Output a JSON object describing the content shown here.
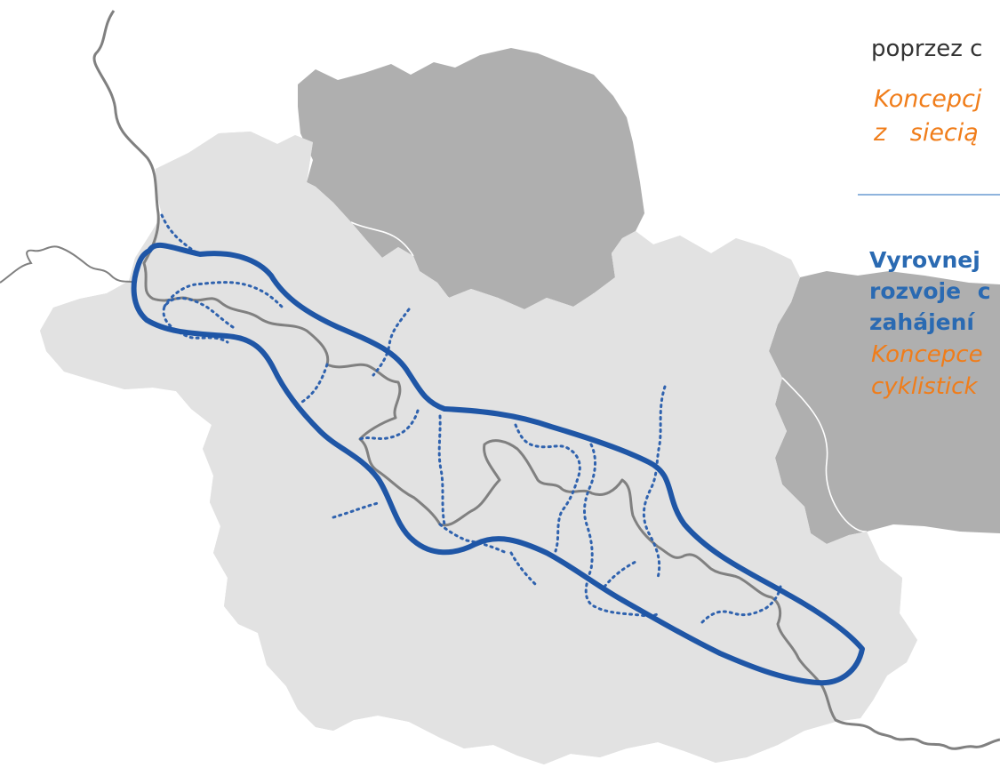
{
  "text": {
    "pl_plain": "poprzez c",
    "pl_italic_1": "Koncepcj",
    "pl_italic_2": "z siecią",
    "cz_bold_1": "Vyrovnej",
    "cz_bold_2": "rozvoje c",
    "cz_bold_3": "zahájení",
    "cz_italic_1": "Koncepce",
    "cz_italic_2": "cyklistick"
  },
  "colors": {
    "region_fill": "#E2E2E2",
    "neighbor_fill": "#AFAFAF",
    "outer_border": "#A8282E",
    "district_lines": "#FFFFFF",
    "country_border": "#808080",
    "corridor": "#1F56A6",
    "routes": "#2F62AE",
    "heading_blue": "#2A6AB2",
    "italic_orange": "#F07D1A",
    "body_text": "#333333",
    "divider": "#6A9BD2"
  },
  "icons": [
    "corridor-outline",
    "dotted-route-lines"
  ]
}
